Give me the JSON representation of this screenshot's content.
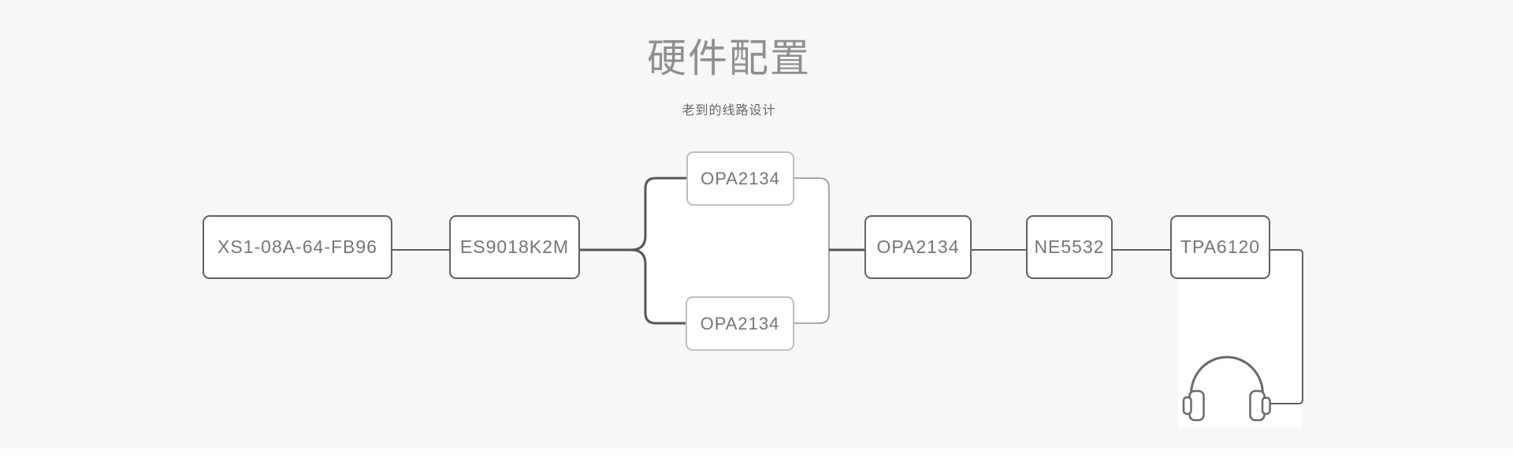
{
  "section": {
    "title": "硬件配置",
    "subtitle": "老到的线路设计"
  },
  "diagram": {
    "nodes": [
      {
        "id": "usb-interface",
        "label": "XS1-08A-64-FB96"
      },
      {
        "id": "dac-chip",
        "label": "ES9018K2M"
      },
      {
        "id": "opamp-upper",
        "label": "OPA2134"
      },
      {
        "id": "opamp-lower",
        "label": "OPA2134"
      },
      {
        "id": "opamp-merge",
        "label": "OPA2134"
      },
      {
        "id": "opamp-stage2",
        "label": "NE5532"
      },
      {
        "id": "headphone-amp",
        "label": "TPA6120"
      }
    ],
    "edges": [
      {
        "from": "XS1-08A-64-FB96",
        "to": "ES9018K2M"
      },
      {
        "from": "ES9018K2M",
        "to": "OPA2134 (upper)"
      },
      {
        "from": "ES9018K2M",
        "to": "OPA2134 (lower)"
      },
      {
        "from": "OPA2134 (upper)",
        "to": "OPA2134"
      },
      {
        "from": "OPA2134 (lower)",
        "to": "OPA2134"
      },
      {
        "from": "OPA2134",
        "to": "NE5532"
      },
      {
        "from": "NE5532",
        "to": "TPA6120"
      },
      {
        "from": "TPA6120",
        "to": "headphones"
      }
    ],
    "output": {
      "icon": "headphones-icon"
    }
  },
  "colors": {
    "page_background": "#f7f7f7",
    "panel_background": "#ffffff",
    "title_text": "#8f8f8f",
    "subtitle_text": "#666666",
    "node_text": "#757575",
    "node_border": "#616161",
    "parallel_node_border": "#bdbdbd",
    "connector": "#5a5a5a",
    "merge_connector": "#8f8f8f"
  }
}
